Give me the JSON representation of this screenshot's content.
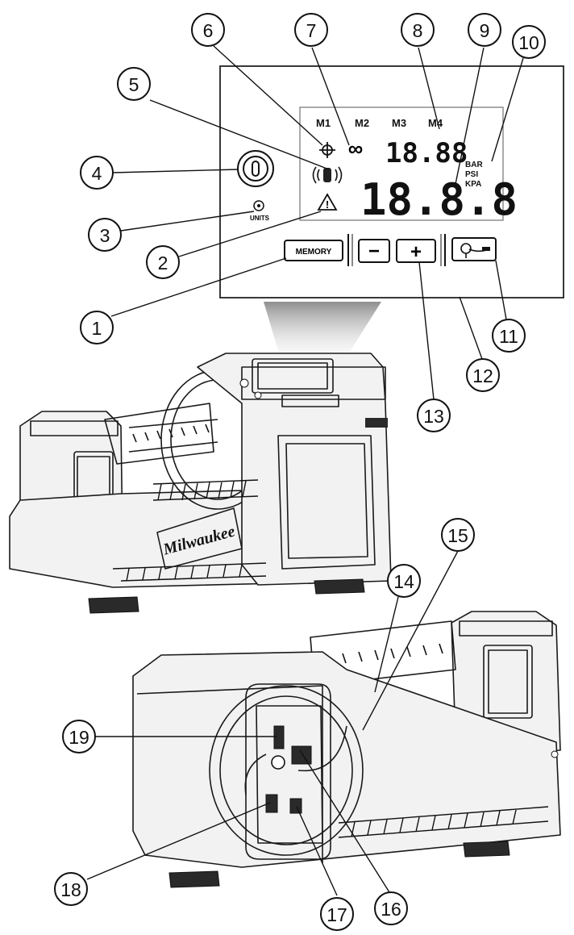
{
  "display_panel": {
    "memory_labels": [
      "M1",
      "M2",
      "M3",
      "M4"
    ],
    "small_readout": "18.88",
    "large_readout": "18.8.8",
    "units": [
      "BAR",
      "PSI",
      "KPA"
    ],
    "units_button_label": "UNITS",
    "memory_button_label": "MEMORY",
    "minus_label": "−",
    "plus_label": "+",
    "infinity_symbol": "∞",
    "warning_symbol": "!"
  },
  "brand_text": "Milwaukee",
  "callouts": [
    "1",
    "2",
    "3",
    "4",
    "5",
    "6",
    "7",
    "8",
    "9",
    "10",
    "11",
    "12",
    "13",
    "14",
    "15",
    "16",
    "17",
    "18",
    "19"
  ],
  "colors": {
    "line": "#111111",
    "background": "#ffffff",
    "beam": "#9a9a9a"
  }
}
